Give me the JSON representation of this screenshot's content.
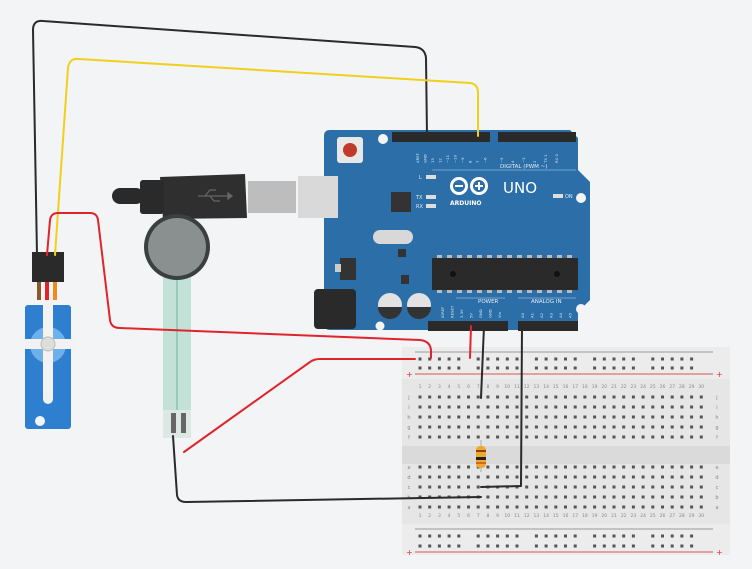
{
  "app": {
    "title": "Circuit workspace"
  },
  "arduino": {
    "logo_text": "ARDUINO",
    "model_label": "UNO",
    "digital_label": "DIGITAL (PWM ~)",
    "power_label": "POWER",
    "analog_label": "ANALOG IN",
    "led_labels": [
      "L",
      "TX",
      "RX",
      "ON"
    ],
    "digital_pins": [
      "AREF",
      "GND",
      "13",
      "12",
      "~11",
      "~10",
      "~9",
      "8",
      "7",
      "~6",
      "~5",
      "4",
      "~3",
      "2",
      "TX 1",
      "RX 0"
    ],
    "power_pins": [
      "IOREF",
      "RESET",
      "3.3V",
      "5V",
      "GND",
      "GND",
      "Vin"
    ],
    "analog_pins": [
      "A0",
      "A1",
      "A2",
      "A3",
      "A4",
      "A5"
    ],
    "board_color": "#2b6ea8"
  },
  "breadboard": {
    "columns": [
      "1",
      "2",
      "3",
      "4",
      "5",
      "6",
      "7",
      "8",
      "9",
      "10",
      "11",
      "12",
      "13",
      "14",
      "15",
      "16",
      "17",
      "18",
      "19",
      "20",
      "21",
      "22",
      "23",
      "24",
      "25",
      "26",
      "27",
      "28",
      "29",
      "30"
    ],
    "rows_top": [
      "j",
      "i",
      "h",
      "g",
      "f"
    ],
    "rows_bottom": [
      "e",
      "d",
      "c",
      "b",
      "a"
    ],
    "rail_plus": "+",
    "rail_minus": "-"
  },
  "components": {
    "servo": {
      "name": "Micro Servo",
      "color": "#2e7fd0"
    },
    "fsr": {
      "name": "Force Sensitive Resistor"
    },
    "resistor": {
      "name": "Resistor"
    },
    "usb": {
      "name": "USB Cable"
    }
  },
  "wires": {
    "black": "#2a2a2a",
    "yellow": "#f2cf1a",
    "red": "#e0242b"
  }
}
